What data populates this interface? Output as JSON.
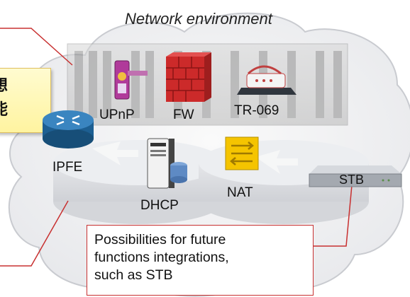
{
  "title": "Network environment",
  "callout": {
    "lines": [
      "想",
      "能"
    ]
  },
  "nodes": {
    "upnp": "UPnP",
    "fw": "FW",
    "tr069": "TR-069",
    "ipfe": "IPFE",
    "dhcp": "DHCP",
    "nat": "NAT",
    "stb": "STB"
  },
  "note": {
    "lines": [
      "Possibilities for future",
      "functions integrations,",
      "such as STB"
    ]
  },
  "colors": {
    "cloud_fill": "#f1f2f4",
    "connector": "#c83030",
    "note_border": "#c83030",
    "callout_fill": "#fff4a0",
    "nat_fill": "#f5c400"
  }
}
